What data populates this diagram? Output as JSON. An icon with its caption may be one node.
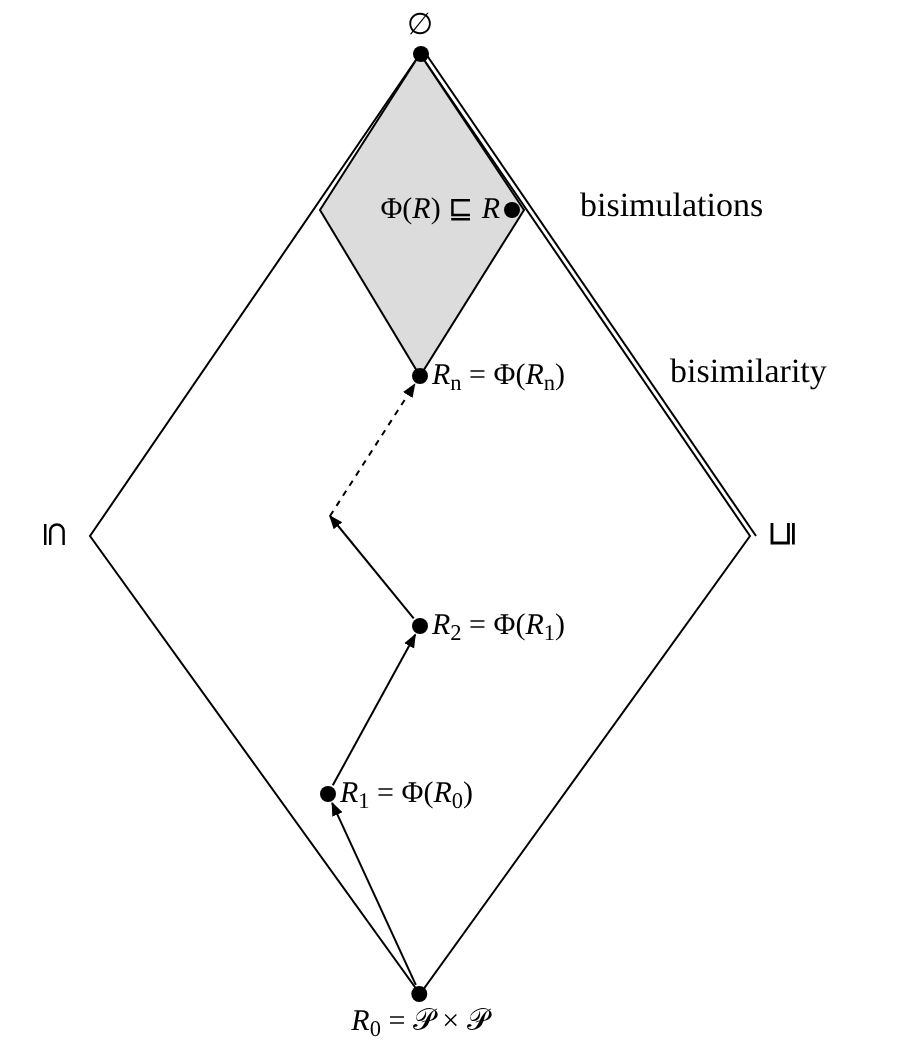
{
  "diagram": {
    "nodes": [
      {
        "text": [
          "∅"
        ]
      },
      {
        "text": [
          "Φ(*R*) ⊑ *R*"
        ]
      },
      {
        "text": [
          "*R*$_{n}$ = Φ(*R*$_{n}$)"
        ]
      },
      {
        "text": [
          "*R*$_{2}$ = Φ(*R*$_{1}$)"
        ]
      },
      {
        "text": [
          "*R*$_{1}$ = Φ(*R*$_{0}$)"
        ]
      },
      {
        "text": [
          "*R*$_{0}$ = 𝒫 × 𝒫"
        ]
      }
    ],
    "edges": [
      {
        "from": 5,
        "to": 4,
        "arrow": "to"
      },
      {
        "from": 4,
        "to": 3,
        "arrow": "to"
      },
      {
        "from": 3,
        "to": null,
        "arrow": "to"
      },
      {
        "from": null,
        "to": 2,
        "arrow": "to",
        "style": "dashed"
      }
    ],
    "labels": [
      "bisimulations",
      "bisimilarity",
      "⊆",
      "⊑"
    ]
  }
}
